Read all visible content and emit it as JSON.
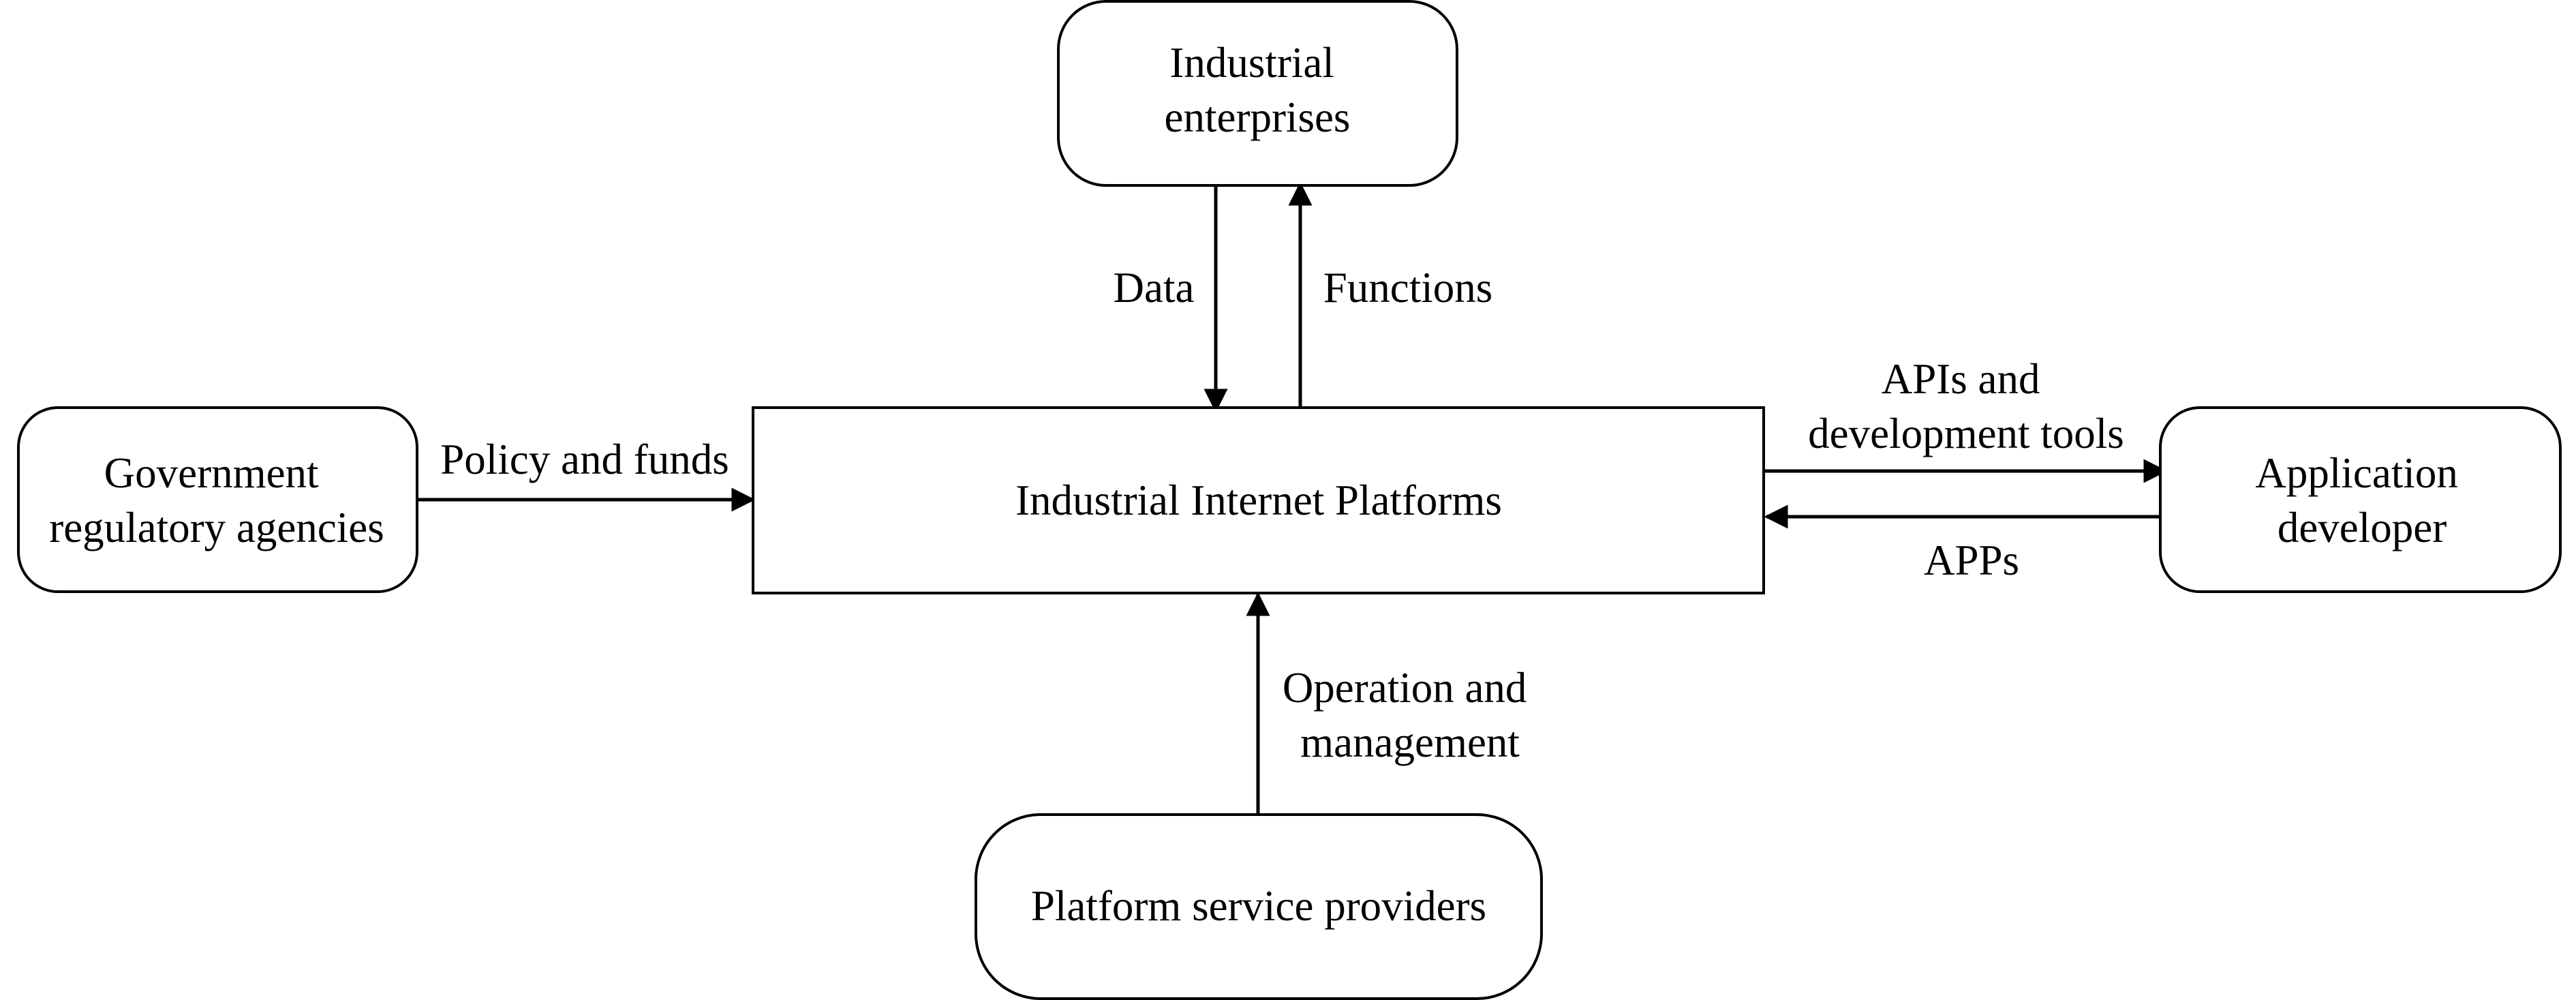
{
  "diagram": {
    "nodes": {
      "platform": {
        "lines": [
          "Industrial Internet Platforms"
        ]
      },
      "enterprises": {
        "lines": [
          "Industrial",
          "enterprises"
        ]
      },
      "government": {
        "lines": [
          "Government",
          "regulatory agencies"
        ]
      },
      "developer": {
        "lines": [
          "Application",
          "developer"
        ]
      },
      "providers": {
        "lines": [
          "Platform service providers"
        ]
      }
    },
    "edges": {
      "data": {
        "lines": [
          "Data"
        ]
      },
      "functions": {
        "lines": [
          "Functions"
        ]
      },
      "policy": {
        "lines": [
          "Policy and funds"
        ]
      },
      "apis": {
        "lines": [
          "APIs and",
          "development tools"
        ]
      },
      "apps": {
        "lines": [
          "APPs"
        ]
      },
      "operation": {
        "lines": [
          "Operation and",
          "management"
        ]
      }
    }
  }
}
